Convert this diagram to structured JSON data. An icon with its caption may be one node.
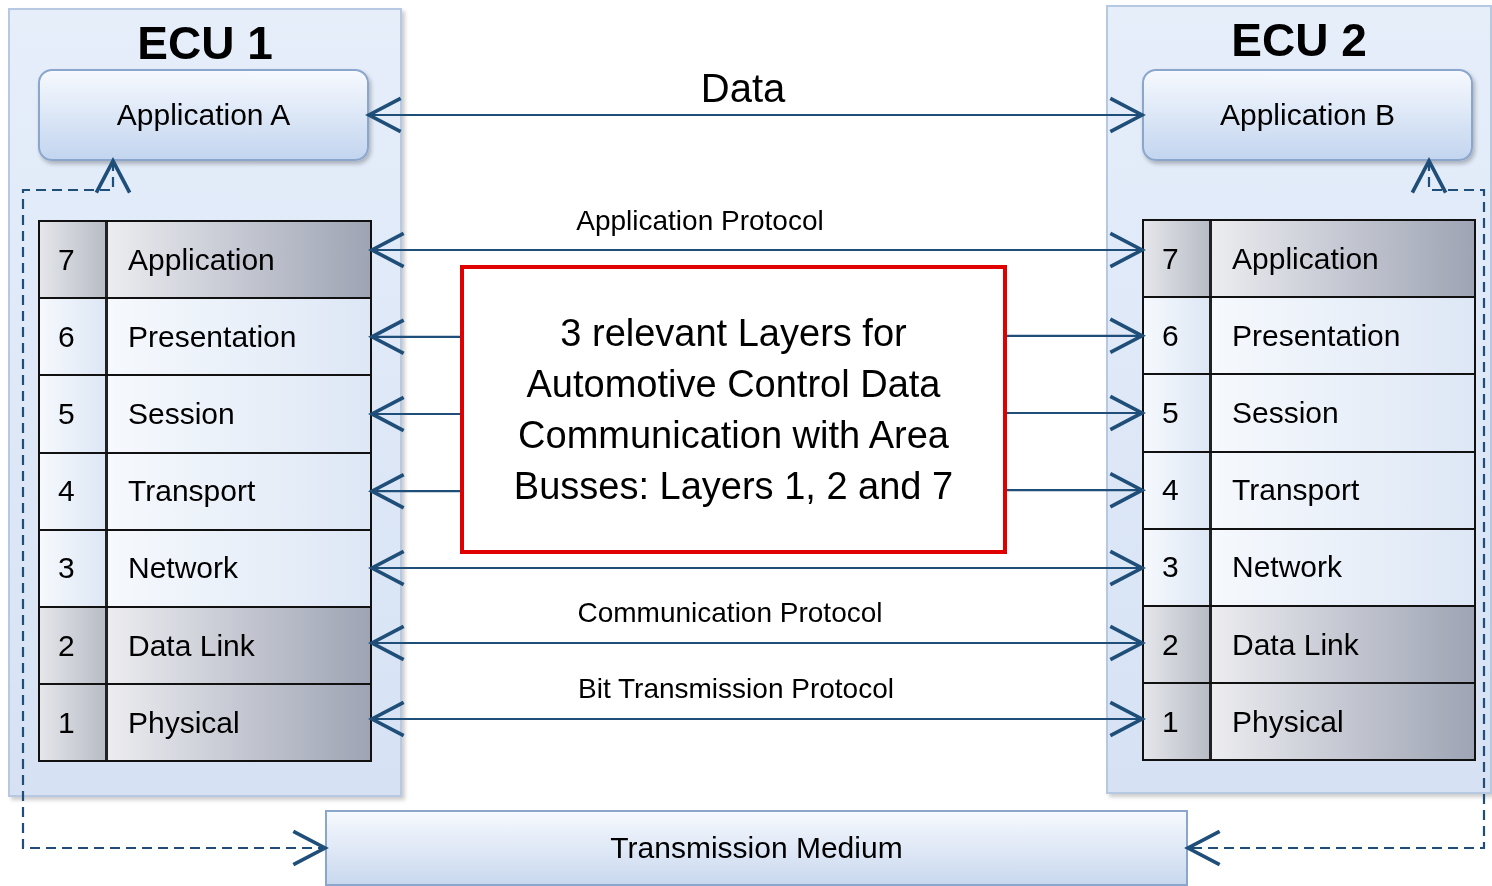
{
  "diagram": {
    "nodes": [
      {
        "text": [
          "ECU 1"
        ]
      },
      {
        "text": [
          "Application A"
        ],
        "in": 0
      },
      {
        "text": [
          "7",
          "Application"
        ],
        "in": 0
      },
      {
        "text": [
          "6",
          "Presentation"
        ],
        "in": 0
      },
      {
        "text": [
          "5",
          "Session"
        ],
        "in": 0
      },
      {
        "text": [
          "4",
          "Transport"
        ],
        "in": 0
      },
      {
        "text": [
          "3",
          "Network"
        ],
        "in": 0
      },
      {
        "text": [
          "2",
          "Data Link"
        ],
        "in": 0
      },
      {
        "text": [
          "1",
          "Physical"
        ],
        "in": 0
      },
      {
        "text": [
          "ECU 2"
        ]
      },
      {
        "text": [
          "Application B"
        ],
        "in": 9
      },
      {
        "text": [
          "7",
          "Application"
        ],
        "in": 9
      },
      {
        "text": [
          "6",
          "Presentation"
        ],
        "in": 9
      },
      {
        "text": [
          "5",
          "Session"
        ],
        "in": 9
      },
      {
        "text": [
          "4",
          "Transport"
        ],
        "in": 9
      },
      {
        "text": [
          "3",
          "Network"
        ],
        "in": 9
      },
      {
        "text": [
          "2",
          "Data Link"
        ],
        "in": 9
      },
      {
        "text": [
          "1",
          "Physical"
        ],
        "in": 9
      },
      {
        "text": [
          "3 relevant Layers for Automotive Control Data Communication with Area Busses: Layers 1, 2 and 7"
        ]
      },
      {
        "text": [
          "Transmission Medium"
        ]
      }
    ],
    "edges": [
      {
        "from": 1,
        "to": 10,
        "arrow": "both",
        "label": "Data"
      },
      {
        "from": 2,
        "to": 11,
        "arrow": "both",
        "label": "Application Protocol"
      },
      {
        "from": 18,
        "to": 3,
        "arrow": "to"
      },
      {
        "from": 18,
        "to": 4,
        "arrow": "to"
      },
      {
        "from": 18,
        "to": 5,
        "arrow": "to"
      },
      {
        "from": 18,
        "to": 12,
        "arrow": "to"
      },
      {
        "from": 18,
        "to": 13,
        "arrow": "to"
      },
      {
        "from": 18,
        "to": 14,
        "arrow": "to"
      },
      {
        "from": 6,
        "to": 15,
        "arrow": "both"
      },
      {
        "from": 7,
        "to": 16,
        "arrow": "both",
        "label": "Communication Protocol"
      },
      {
        "from": 8,
        "to": 17,
        "arrow": "both",
        "label": "Bit Transmission Protocol"
      },
      {
        "from": 1,
        "to": 19,
        "arrow": "both",
        "style": "dashed"
      },
      {
        "from": 10,
        "to": 19,
        "arrow": "both",
        "style": "dashed"
      }
    ]
  }
}
